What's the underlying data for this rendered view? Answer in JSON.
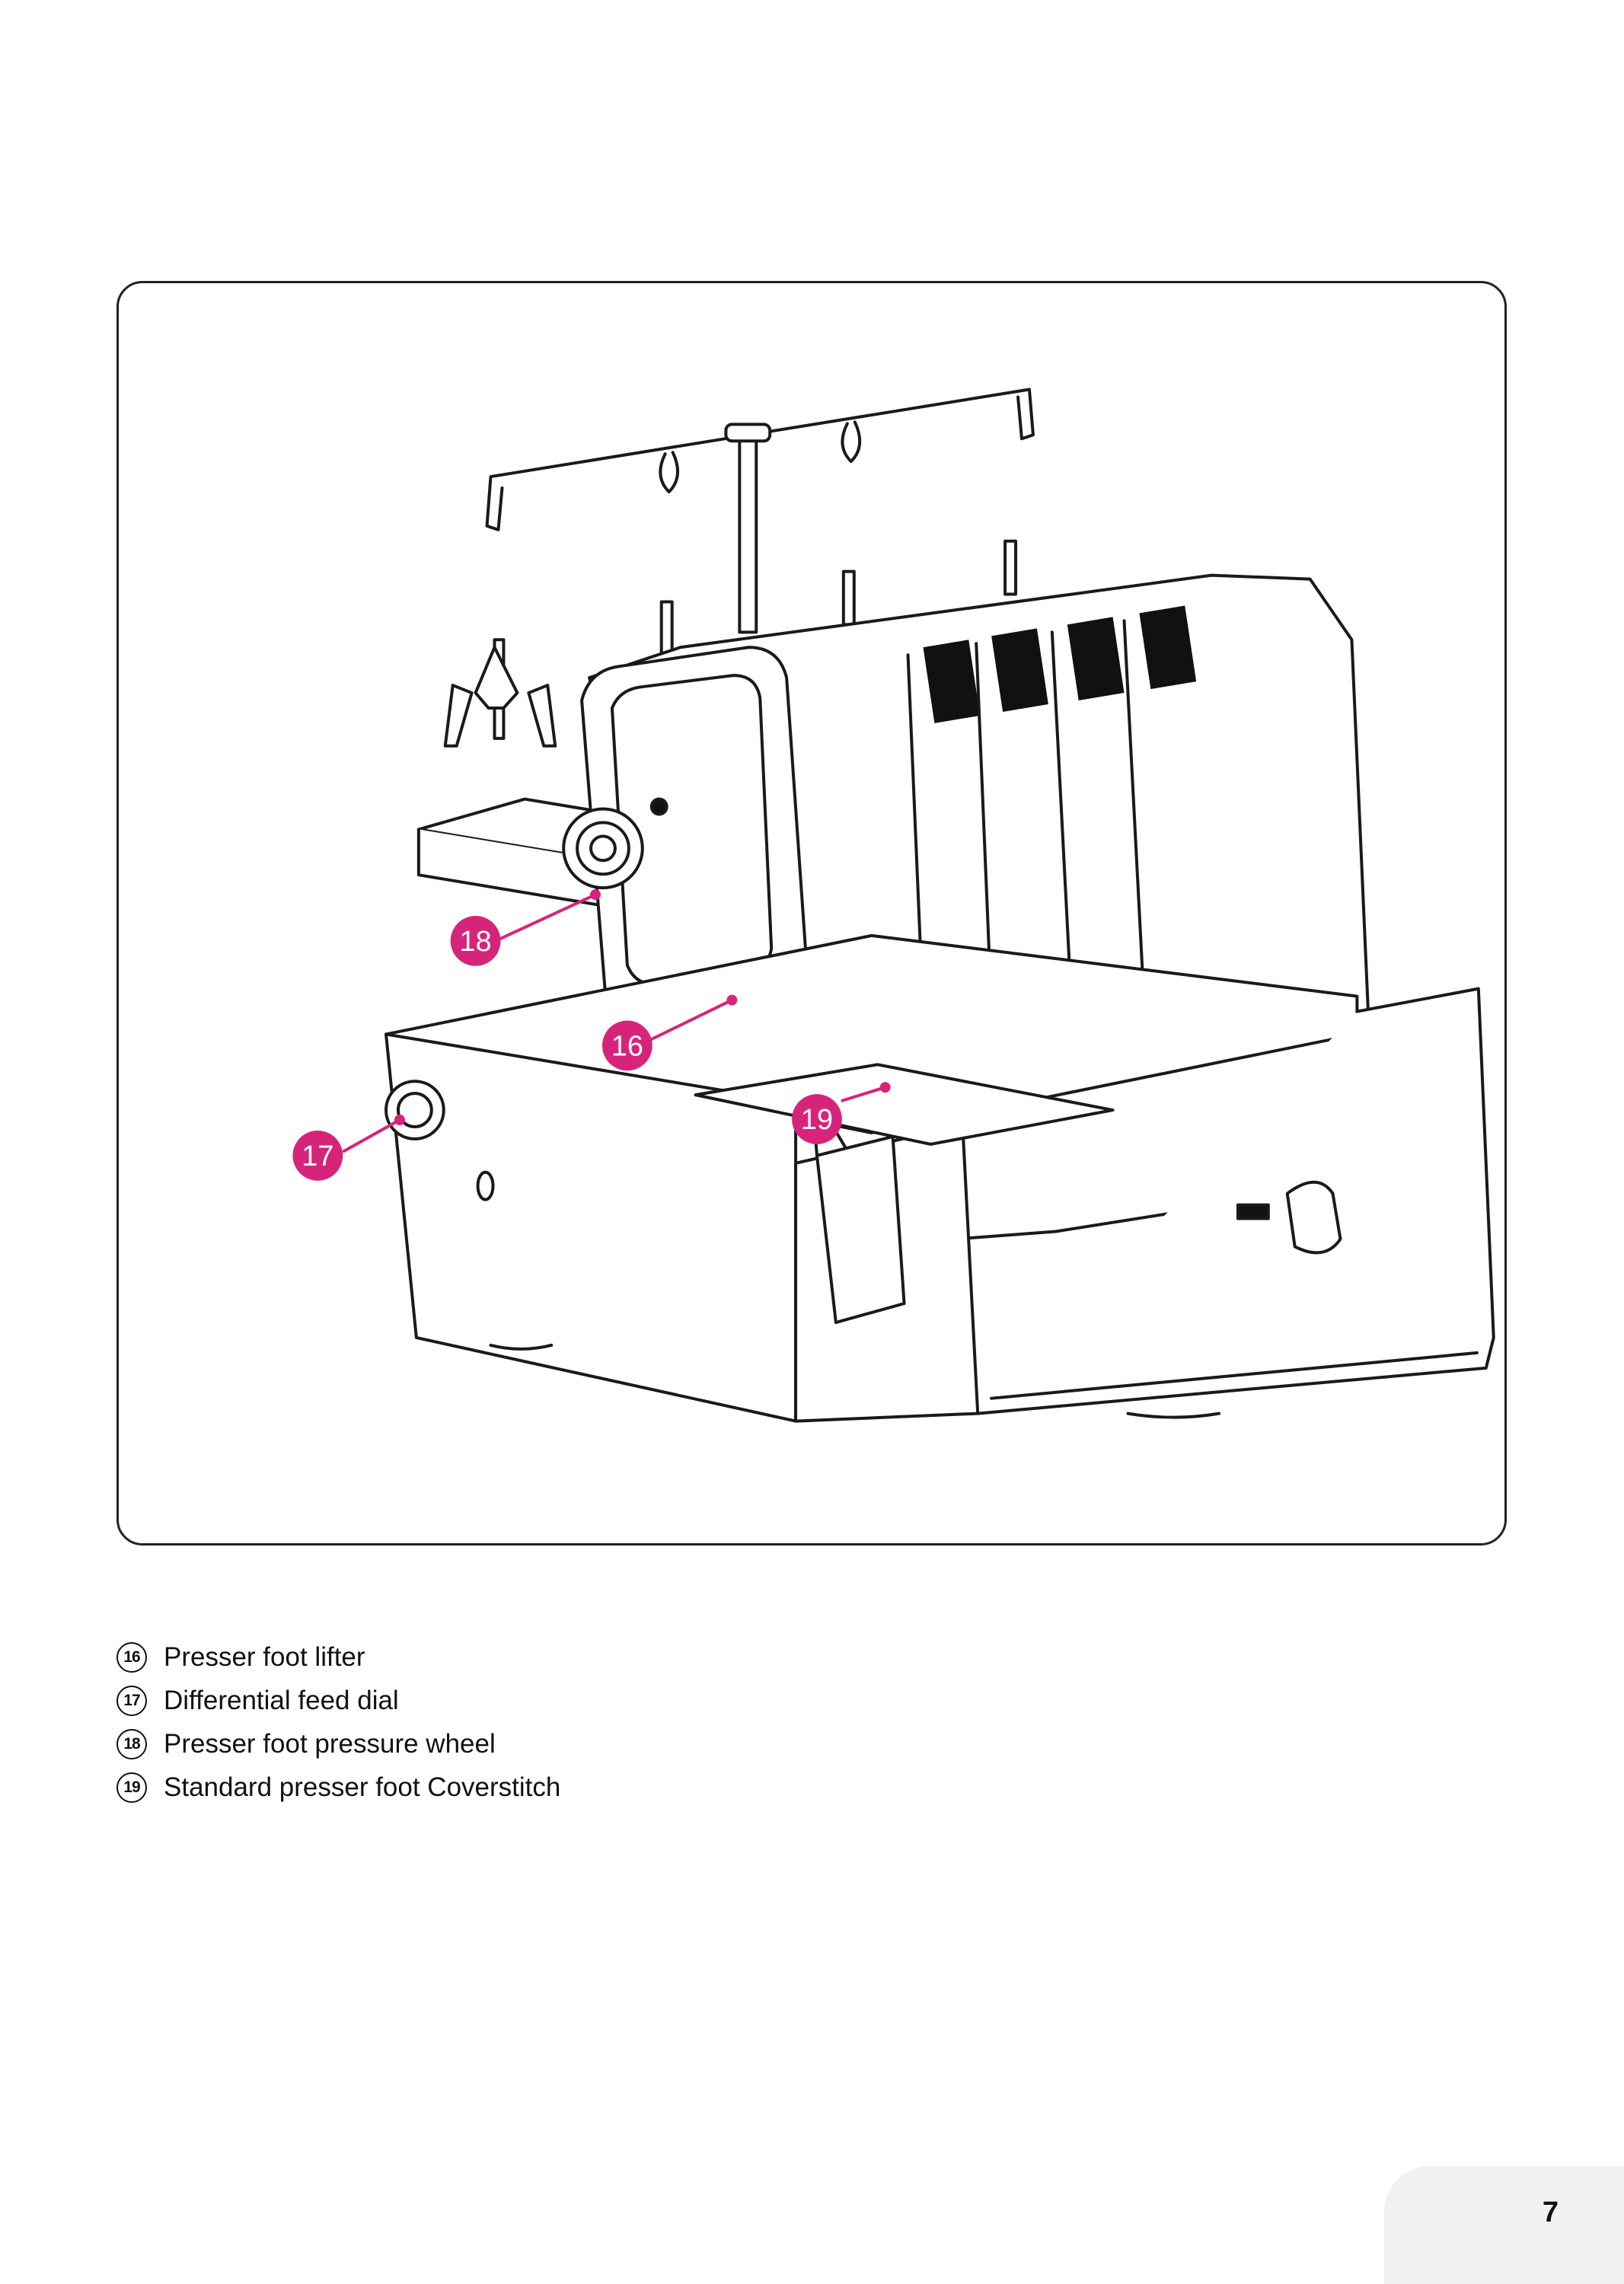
{
  "figure": {
    "callout_color": "#d6247a",
    "callouts": [
      "18",
      "16",
      "17",
      "19"
    ]
  },
  "legend": [
    {
      "num": "16",
      "text": "Presser foot lifter"
    },
    {
      "num": "17",
      "text": "Differential feed dial"
    },
    {
      "num": "18",
      "text": "Presser foot pressure wheel"
    },
    {
      "num": "19",
      "text": "Standard presser foot Coverstitch"
    }
  ],
  "page_number": "7"
}
